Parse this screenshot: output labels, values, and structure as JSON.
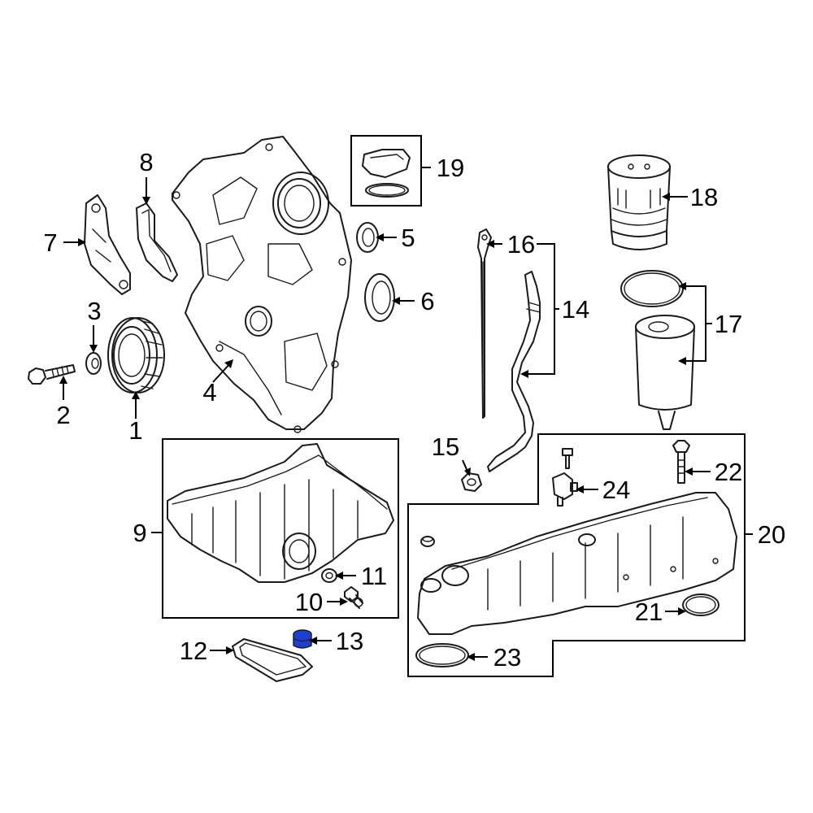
{
  "highlight_color": "#1f3fd1",
  "callouts": {
    "c1": "1",
    "c2": "2",
    "c3": "3",
    "c4": "4",
    "c5": "5",
    "c6": "6",
    "c7": "7",
    "c8": "8",
    "c9": "9",
    "c10": "10",
    "c11": "11",
    "c12": "12",
    "c13": "13",
    "c14": "14",
    "c15": "15",
    "c16": "16",
    "c17": "17",
    "c18": "18",
    "c19": "19",
    "c20": "20",
    "c21": "21",
    "c22": "22",
    "c23": "23",
    "c24": "24"
  },
  "parts": [
    {
      "callout": "1",
      "icon": "crankshaft-pulley-icon"
    },
    {
      "callout": "2",
      "icon": "bolt-icon"
    },
    {
      "callout": "3",
      "icon": "washer-icon"
    },
    {
      "callout": "4",
      "icon": "timing-cover-icon"
    },
    {
      "callout": "5",
      "icon": "seal-icon"
    },
    {
      "callout": "6",
      "icon": "seal-icon"
    },
    {
      "callout": "7",
      "icon": "bracket-icon"
    },
    {
      "callout": "8",
      "icon": "gasket-icon"
    },
    {
      "callout": "9",
      "icon": "oil-pan-icon"
    },
    {
      "callout": "10",
      "icon": "drain-plug-icon"
    },
    {
      "callout": "11",
      "icon": "washer-icon"
    },
    {
      "callout": "12",
      "icon": "gasket-icon"
    },
    {
      "callout": "13",
      "icon": "plug-icon"
    },
    {
      "callout": "14",
      "icon": "dipstick-tube-icon"
    },
    {
      "callout": "15",
      "icon": "grommet-icon"
    },
    {
      "callout": "16",
      "icon": "dipstick-icon"
    },
    {
      "callout": "17",
      "icon": "oil-filter-element-icon"
    },
    {
      "callout": "18",
      "icon": "filter-housing-cap-icon"
    },
    {
      "callout": "19",
      "icon": "filter-housing-icon"
    },
    {
      "callout": "20",
      "icon": "intake-manifold-icon"
    },
    {
      "callout": "21",
      "icon": "gasket-icon"
    },
    {
      "callout": "22",
      "icon": "bolt-icon"
    },
    {
      "callout": "23",
      "icon": "gasket-icon"
    },
    {
      "callout": "24",
      "icon": "sensor-icon"
    }
  ]
}
